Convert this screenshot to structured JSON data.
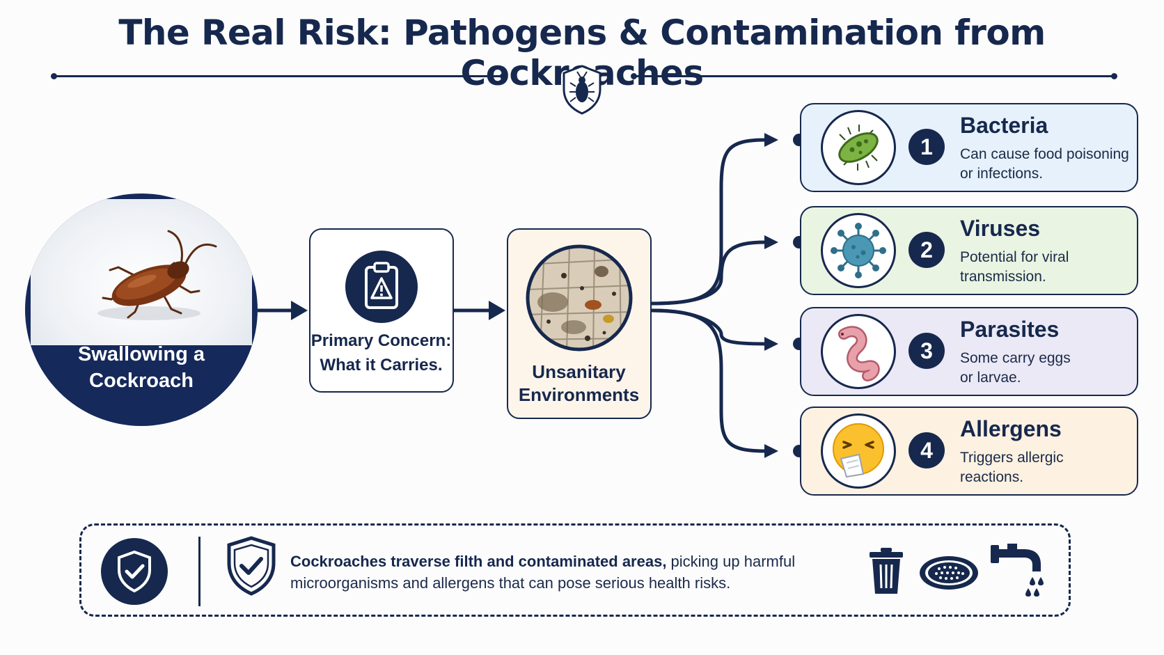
{
  "title": "The Real Risk: Pathogens & Contamination from Cockroaches",
  "source": {
    "label_line1": "Swallowing a",
    "label_line2": "Cockroach",
    "icon": "cockroach-photo"
  },
  "concern": {
    "label_line1": "Primary Concern:",
    "label_line2": "What it Carries.",
    "icon": "clipboard-warning-icon"
  },
  "environment": {
    "label_line1": "Unsanitary",
    "label_line2": "Environments",
    "icon": "dirty-floor-icon"
  },
  "risks": [
    {
      "number": "1",
      "title": "Bacteria",
      "desc_line1": "Can cause food poisoning",
      "desc_line2": "or infections.",
      "icon": "bacteria-icon",
      "color": "#e6f1fb"
    },
    {
      "number": "2",
      "title": "Viruses",
      "desc_line1": "Potential for viral",
      "desc_line2": "transmission.",
      "icon": "virus-icon",
      "color": "#e9f4e2"
    },
    {
      "number": "3",
      "title": "Parasites",
      "desc_line1": "Some carry eggs",
      "desc_line2": "or larvae.",
      "icon": "worm-icon",
      "color": "#ebe9f6"
    },
    {
      "number": "4",
      "title": "Allergens",
      "desc_line1": "Triggers allergic",
      "desc_line2": "reactions.",
      "icon": "sneezing-face-icon",
      "color": "#fdf1e1"
    }
  ],
  "footer": {
    "bold": "Cockroaches traverse filth and contaminated areas,",
    "rest_line1": " picking up harmful",
    "rest_line2": "microorganisms and allergens that can pose serious health risks.",
    "icons": [
      "shield-check-icon",
      "trash-can-icon",
      "drain-icon",
      "faucet-icon"
    ]
  },
  "colors": {
    "navy": "#16284d",
    "background": "#fcfcfd"
  }
}
